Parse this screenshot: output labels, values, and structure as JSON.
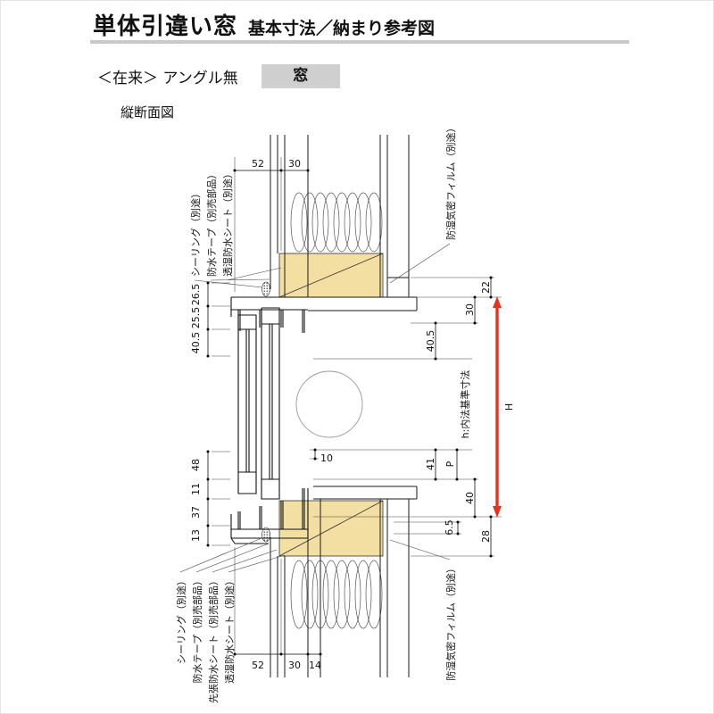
{
  "header": {
    "title_main": "単体引違い窓",
    "title_sub": "基本寸法／納まり参考図",
    "construction_type": "＜在来＞ アングル無",
    "tag": "窓",
    "view_label": "縦断面図"
  },
  "diagram": {
    "top_dims": {
      "a": "52",
      "b": "30"
    },
    "bottom_dims": {
      "a": "52",
      "b": "30",
      "c": "14"
    },
    "left_dims": {
      "a": "26.5",
      "b": "25.5",
      "c": "40.5",
      "d": "48",
      "e": "11",
      "f": "37",
      "g": "13"
    },
    "right_dims": {
      "a": "22",
      "b": "30",
      "c": "40.5",
      "d": "41",
      "e": "P",
      "f": "40",
      "g": "6.5",
      "h": "28"
    },
    "center_dim": "10",
    "height_labels": {
      "main": "H",
      "inner": "h:内法基準寸法"
    },
    "callouts": {
      "top_left": [
        "シーリング（別途）",
        "防水テープ（別売部品）",
        "透湿防水シート（別途）"
      ],
      "top_right": "防湿気密フィルム（別途）",
      "bottom_left": [
        "シーリング（別途）",
        "防水テープ（別売部品）",
        "先張防水シート（別売部品）",
        "透湿防水シート（別途）"
      ],
      "bottom_right": "防湿気密フィルム（別途）"
    },
    "colors": {
      "wood_fill": "#f3dfa2",
      "arrow_red": "#e8321e",
      "rule_gray": "#c9c9c9",
      "tag_bg": "#cfcfcf"
    }
  }
}
